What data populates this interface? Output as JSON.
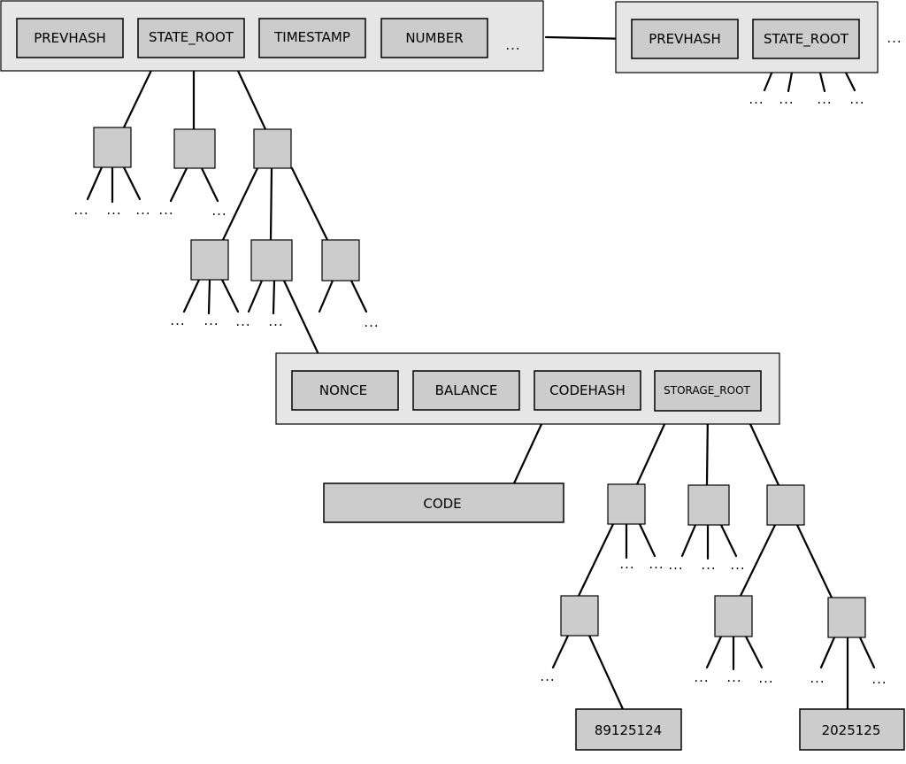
{
  "block1": {
    "fields": [
      "PREVHASH",
      "STATE_ROOT",
      "TIMESTAMP",
      "NUMBER"
    ],
    "more": "..."
  },
  "block2": {
    "fields": [
      "PREVHASH",
      "STATE_ROOT"
    ],
    "more": "..."
  },
  "account": {
    "fields": [
      "NONCE",
      "BALANCE",
      "CODEHASH",
      "STORAGE_ROOT"
    ]
  },
  "code_label": "CODE",
  "storage_values": [
    "89125124",
    "2025125"
  ],
  "ellipsis": "..."
}
